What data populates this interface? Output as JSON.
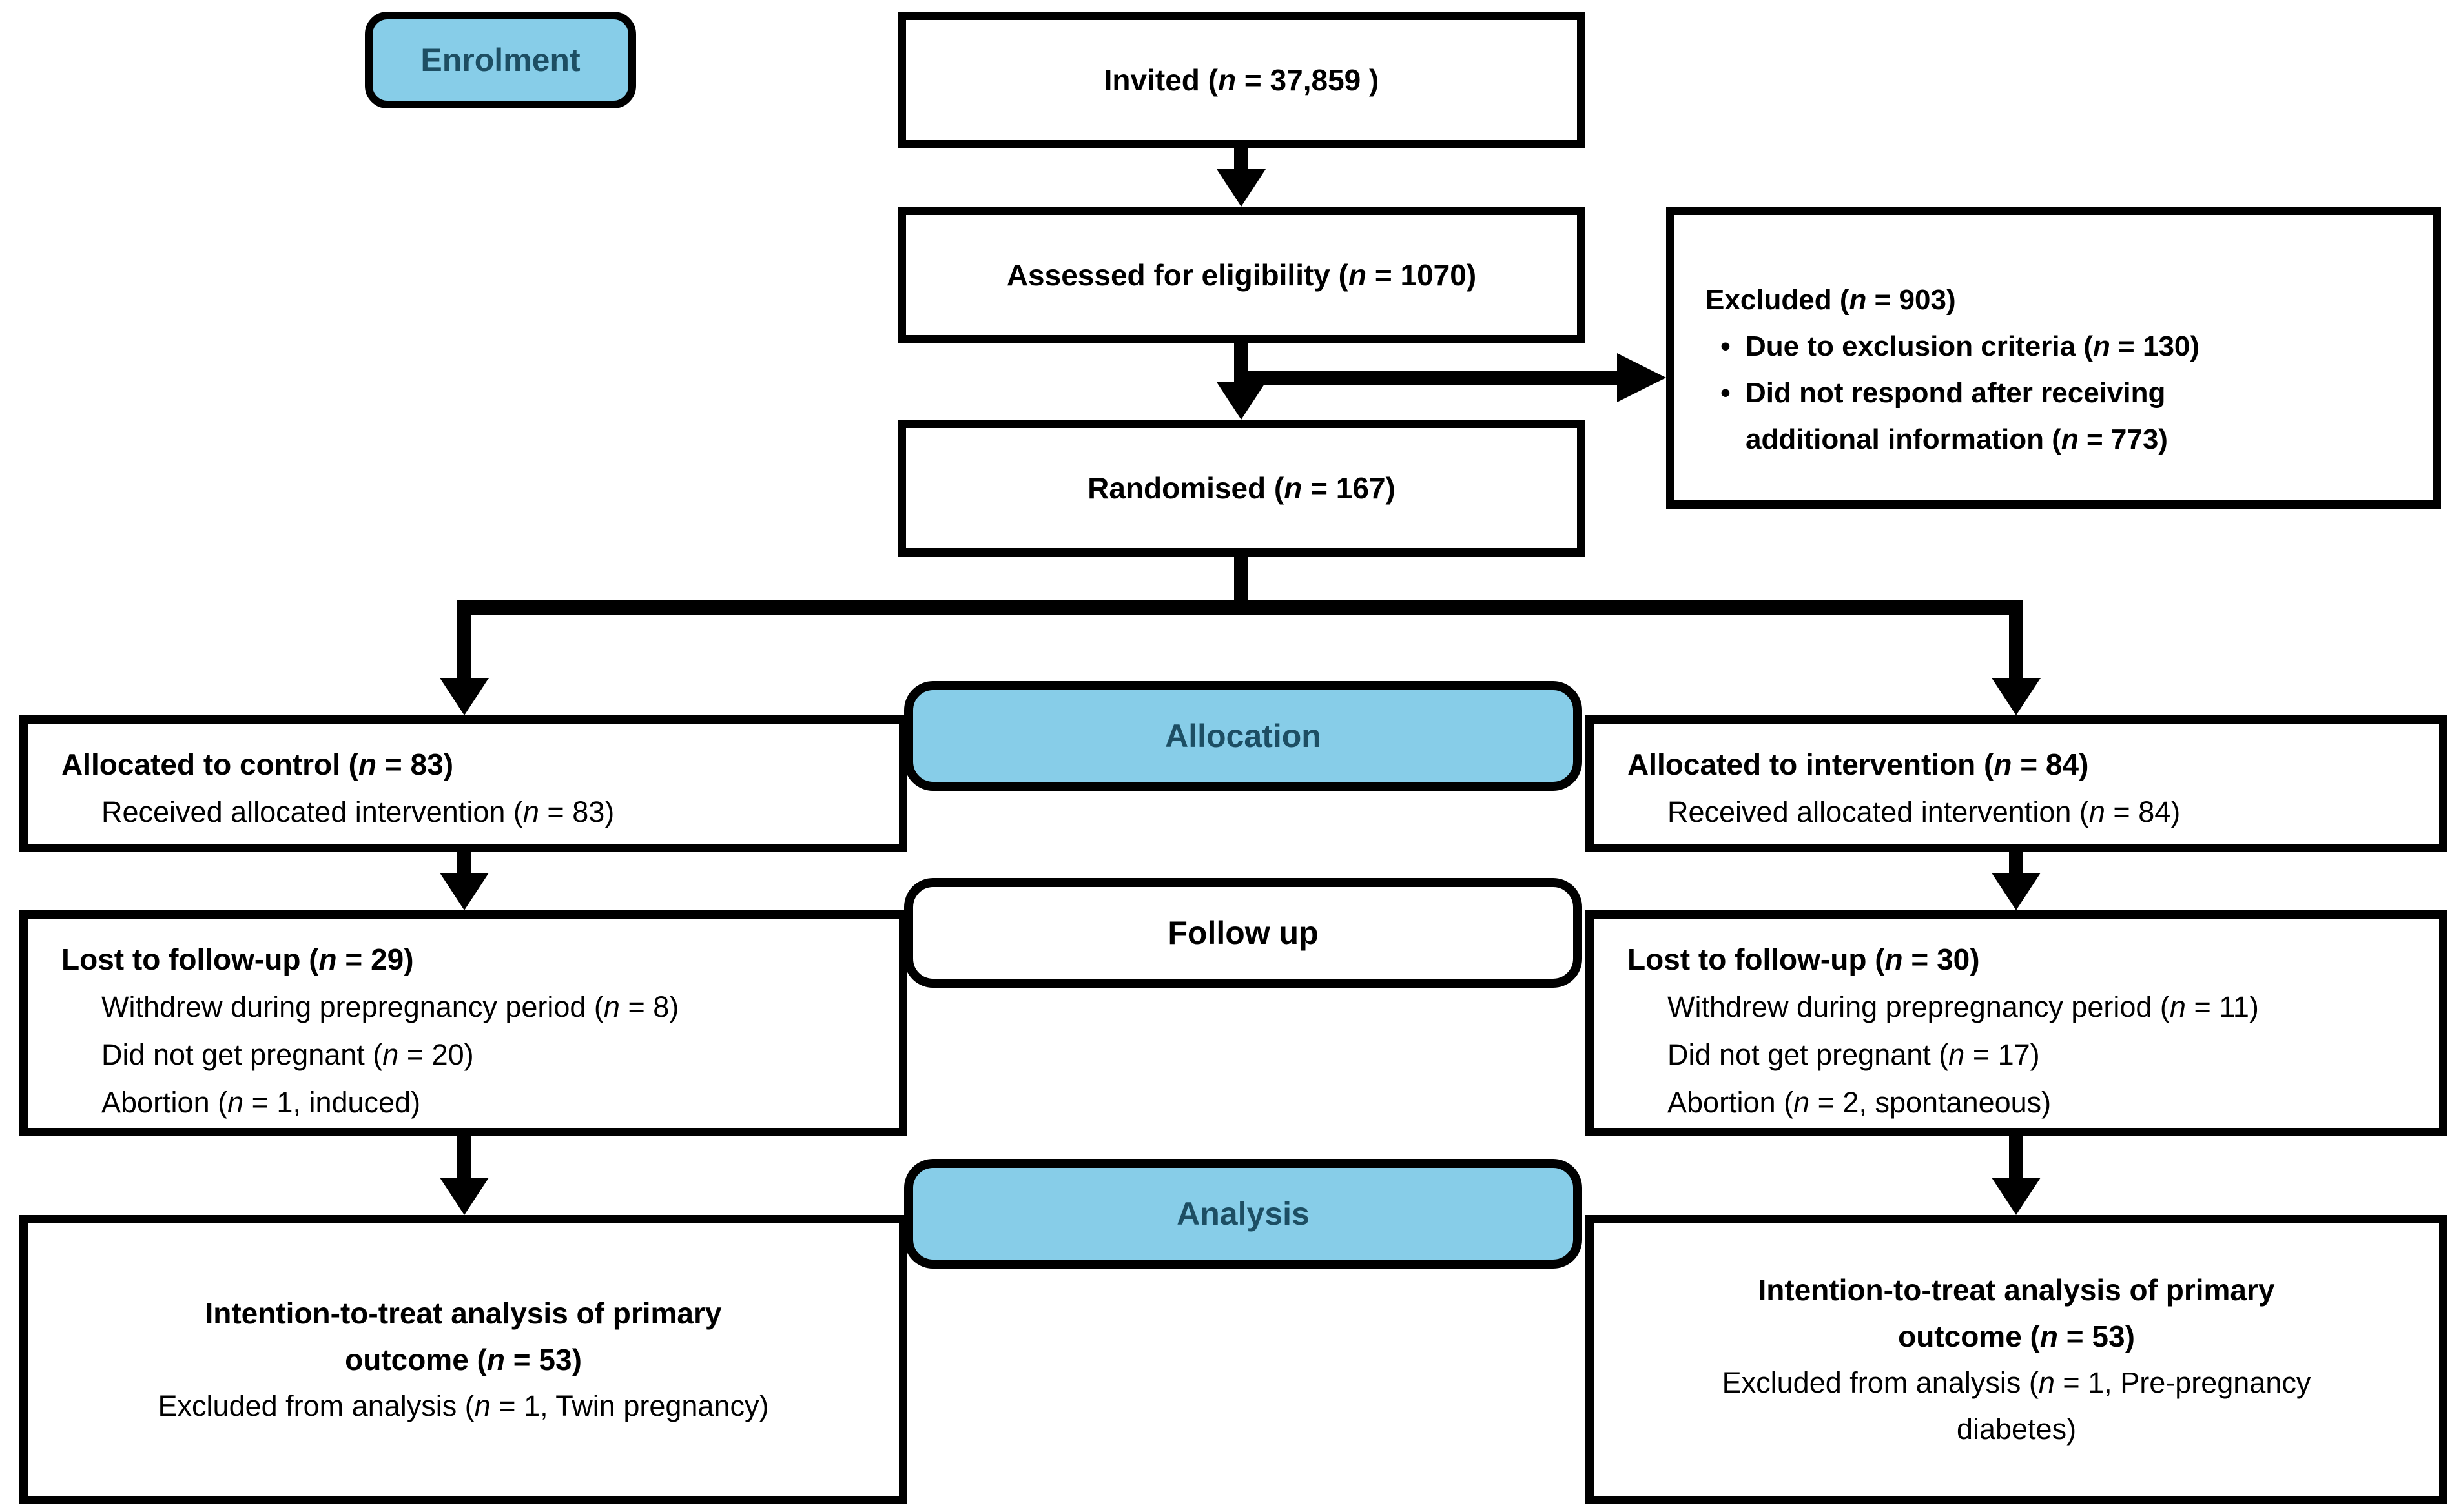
{
  "flow": {
    "enrolment_label": "Enrolment",
    "invited": "Invited (n = 37,859 )",
    "assessed": "Assessed for eligibility (n = 1070)",
    "excluded": {
      "title": "Excluded (n = 903)",
      "bullet_glyph": "•",
      "bullets": [
        "Due to exclusion criteria (n = 130)",
        "Did not respond after receiving additional information (n = 773)"
      ]
    },
    "randomised": "Randomised (n = 167)",
    "allocation_label": "Allocation",
    "control": {
      "title": "Allocated to control (n = 83)",
      "sub": "Received allocated intervention (n = 83)"
    },
    "intervention": {
      "title": "Allocated to intervention (n = 84)",
      "sub": "Received allocated intervention (n = 84)"
    },
    "followup_label": "Follow up",
    "lost_control": {
      "title": "Lost to follow-up (n = 29)",
      "items": [
        "Withdrew during prepregnancy period (n = 8)",
        "Did not get pregnant (n = 20)",
        "Abortion (n = 1, induced)"
      ]
    },
    "lost_intervention": {
      "title": "Lost to follow-up (n = 30)",
      "items": [
        "Withdrew during prepregnancy period (n = 11)",
        "Did not get pregnant (n = 17)",
        "Abortion (n = 2, spontaneous)"
      ]
    },
    "analysis_label": "Analysis",
    "analysis_control": {
      "title": "Intention-to-treat analysis of primary outcome (n = 53)",
      "sub": "Excluded from analysis (n = 1, Twin pregnancy)"
    },
    "analysis_intervention": {
      "title": "Intention-to-treat analysis of primary outcome (n = 53)",
      "sub": "Excluded from analysis (n = 1, Pre-pregnancy diabetes)"
    }
  },
  "colors": {
    "band_fill": "#87CDE8",
    "band_text": "#1D4E63",
    "line": "#000000",
    "box_fill": "#FFFFFF"
  }
}
